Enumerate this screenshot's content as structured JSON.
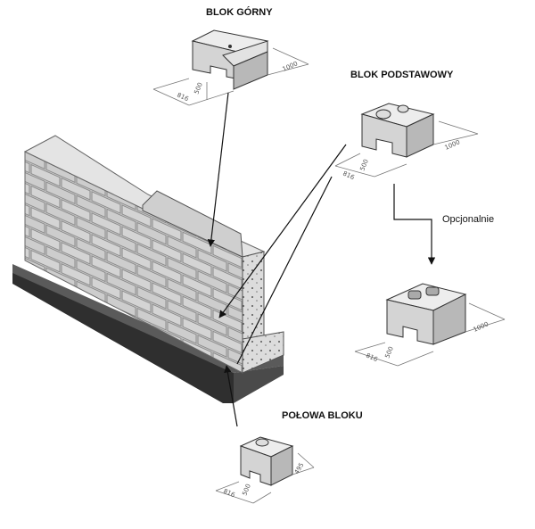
{
  "labels": {
    "top_block": "BLOK GÓRNY",
    "base_block": "BLOK PODSTAWOWY",
    "optional": "Opcjonalnie",
    "half_block": "POŁOWA BLOKU"
  },
  "dimensions": {
    "top": {
      "depth": "1000",
      "height": "500",
      "width": "816"
    },
    "base": {
      "depth": "1000",
      "height": "500",
      "width": "816"
    },
    "optional": {
      "depth": "1000",
      "height": "500",
      "width": "816"
    },
    "half": {
      "depth": "495",
      "height": "500",
      "width": "816"
    }
  },
  "colors": {
    "block_top": "#eeeeee",
    "block_front": "#cfcfcf",
    "block_side": "#b3b3b3",
    "wall_face": "#c4c4c4",
    "foundation": "#3a3a3a",
    "lines": "#222222"
  }
}
